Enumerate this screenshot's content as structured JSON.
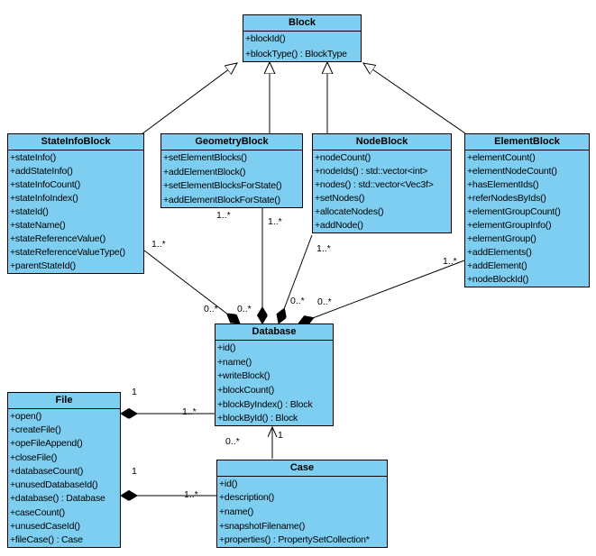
{
  "diagram": {
    "type": "uml-class-diagram",
    "classes": [
      {
        "name": "Block",
        "methods": [
          "+blockId()",
          "+blockType() : BlockType"
        ]
      },
      {
        "name": "StateInfoBlock",
        "methods": [
          "+stateInfo()",
          "+addStateInfo()",
          "+stateInfoCount()",
          "+stateInfoIndex()",
          "+stateId()",
          "+stateName()",
          "+stateReferenceValue()",
          "+stateReferenceValueType()",
          "+parentStateId()"
        ]
      },
      {
        "name": "GeometryBlock",
        "methods": [
          "+setElementBlocks()",
          "+addElementBlock()",
          "+setElementBlocksForState()",
          "+addElementBlockForState()"
        ]
      },
      {
        "name": "NodeBlock",
        "methods": [
          "+nodeCount()",
          "+nodeIds() : std::vector<int>",
          "+nodes() : std::vector<Vec3f>",
          "+setNodes()",
          "+allocateNodes()",
          "+addNode()"
        ]
      },
      {
        "name": "ElementBlock",
        "methods": [
          "+elementCount()",
          "+elementNodeCount()",
          "+hasElementIds()",
          "+referNodesByIds()",
          "+elementGroupCount()",
          "+elementGroupInfo()",
          "+elementGroup()",
          "+addElements()",
          "+addElement()",
          "+nodeBlockId()"
        ]
      },
      {
        "name": "Database",
        "methods": [
          "+id()",
          "+name()",
          "+writeBlock()",
          "+blockCount()",
          "+blockByIndex() : Block",
          "+blockById() : Block"
        ]
      },
      {
        "name": "File",
        "methods": [
          "+open()",
          "+createFile()",
          "+opeFileAppend()",
          "+closeFile()",
          "+databaseCount()",
          "+unusedDatabaseId()",
          "+database() : Database",
          "+caseCount()",
          "+unusedCaseId()",
          "+fileCase() : Case"
        ]
      },
      {
        "name": "Case",
        "methods": [
          "+id()",
          "+description()",
          "+name()",
          "+snapshotFilename()",
          "+properties() : PropertySetCollection*"
        ]
      }
    ],
    "relationships": [
      {
        "source": "StateInfoBlock",
        "target": "Block",
        "type": "generalization"
      },
      {
        "source": "GeometryBlock",
        "target": "Block",
        "type": "generalization"
      },
      {
        "source": "NodeBlock",
        "target": "Block",
        "type": "generalization"
      },
      {
        "source": "ElementBlock",
        "target": "Block",
        "type": "generalization"
      },
      {
        "source": "StateInfoBlock",
        "target": "Database",
        "type": "composition",
        "source_label": "1..*",
        "target_label": "0..*"
      },
      {
        "source": "GeometryBlock",
        "target": "Database",
        "type": "composition",
        "source_label": "1..*",
        "target_label": "0..*"
      },
      {
        "source": "NodeBlock",
        "target": "Database",
        "type": "composition",
        "source_label": "1..*",
        "target_label": "0..*"
      },
      {
        "source": "ElementBlock",
        "target": "Database",
        "type": "composition",
        "source_label": "1..*",
        "target_label": "0..*"
      },
      {
        "source": "File",
        "target": "Database",
        "type": "composition",
        "source_label": "1",
        "target_label": "1..*"
      },
      {
        "source": "File",
        "target": "Case",
        "type": "composition",
        "source_label": "1",
        "target_label": "1..*"
      },
      {
        "source": "Case",
        "target": "Database",
        "type": "association",
        "source_label": "0..*",
        "target_label": "1"
      }
    ],
    "labels": [
      {
        "text": "1..*"
      },
      {
        "text": "0..*"
      },
      {
        "text": "1..*"
      },
      {
        "text": "1..*"
      },
      {
        "text": "0..*"
      },
      {
        "text": "1..*"
      },
      {
        "text": "0..*"
      },
      {
        "text": "1..*"
      },
      {
        "text": "0..*"
      },
      {
        "text": "1"
      },
      {
        "text": "1..*"
      },
      {
        "text": "1"
      },
      {
        "text": "1..*"
      },
      {
        "text": "0..*"
      },
      {
        "text": "1"
      }
    ]
  },
  "colors": {
    "class_fill": "#7dcef0",
    "border": "#000000",
    "line": "#000000",
    "background": "#ffffff"
  }
}
